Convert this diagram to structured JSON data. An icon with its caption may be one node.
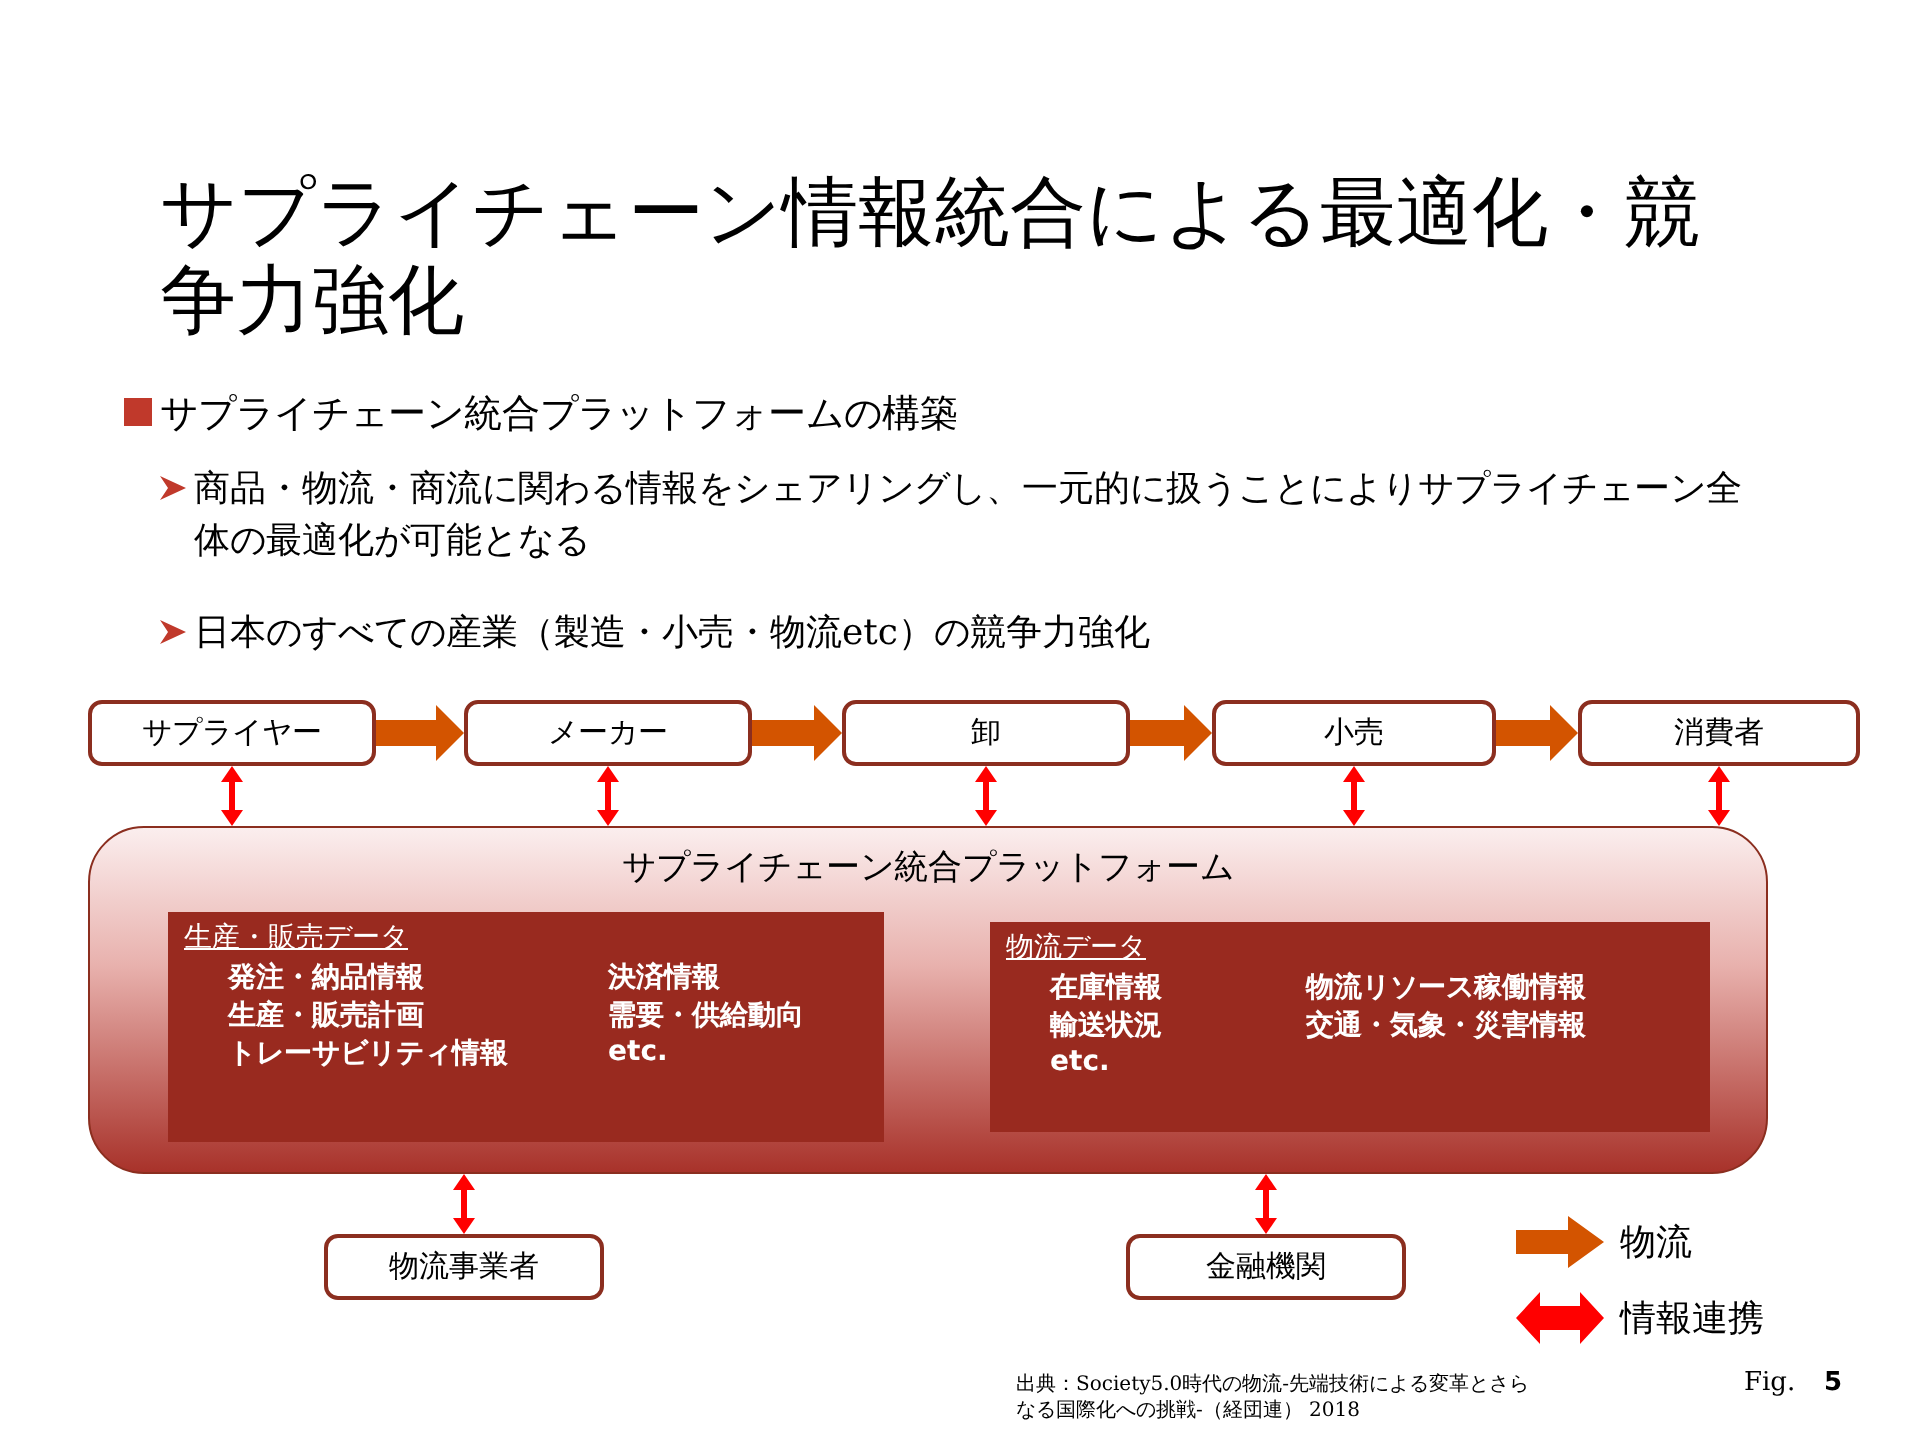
{
  "diagram": {
    "title": "サプライチェーン情報統合による最適化・競争力強化",
    "caption": "出典：Society5.0時代の物流-先端技術による変革とさらなる国際化への挑戦-（経団連） 2018",
    "nodes": [
      {
        "text": [
          "サプライヤー"
        ]
      },
      {
        "text": [
          "メーカー"
        ]
      },
      {
        "text": [
          "卸"
        ]
      },
      {
        "text": [
          "小売"
        ]
      },
      {
        "text": [
          "消費者"
        ]
      },
      {
        "text": [
          "サプライチェーン統合プラットフォーム"
        ]
      },
      {
        "text": [
          "生産・販売データ",
          "発注・納品情報",
          "決済情報",
          "生産・販売計画",
          "需要・供給動向",
          "トレーサビリティ情報",
          "etc."
        ],
        "in": 5
      },
      {
        "text": [
          "物流データ",
          "在庫情報",
          "物流リソース稼働情報",
          "輸送状況",
          "交通・気象・災害情報",
          "etc."
        ],
        "in": 5
      },
      {
        "text": [
          "物流事業者"
        ]
      },
      {
        "text": [
          "金融機関"
        ]
      }
    ],
    "edges": [
      {
        "from": 0,
        "to": 1,
        "arrow": "to",
        "style": "thick",
        "color": "#d35400"
      },
      {
        "from": 1,
        "to": 2,
        "arrow": "to",
        "style": "thick",
        "color": "#d35400"
      },
      {
        "from": 2,
        "to": 3,
        "arrow": "to",
        "style": "thick",
        "color": "#d35400"
      },
      {
        "from": 3,
        "to": 4,
        "arrow": "to",
        "style": "thick",
        "color": "#d35400"
      },
      {
        "from": 0,
        "to": 5,
        "arrow": "both"
      },
      {
        "from": 1,
        "to": 5,
        "arrow": "both"
      },
      {
        "from": 2,
        "to": 5,
        "arrow": "both"
      },
      {
        "from": 3,
        "to": 5,
        "arrow": "both"
      },
      {
        "from": 4,
        "to": 5,
        "arrow": "both"
      },
      {
        "from": 5,
        "to": 8,
        "arrow": "both"
      },
      {
        "from": 5,
        "to": 9,
        "arrow": "both"
      }
    ],
    "labels": [
      "サプライチェーン統合プラットフォームの構築",
      "商品・物流・商流に関わる情報をシェアリングし、一元的に扱うことによりサプライチェーン全体の最適化が可能となる",
      "日本のすべての産業（製造・小売・物流etc）の競争力強化",
      "Fig.",
      "5"
    ],
    "legend": [
      {
        "text": "物流"
      },
      {
        "text": "情報連携"
      }
    ]
  }
}
